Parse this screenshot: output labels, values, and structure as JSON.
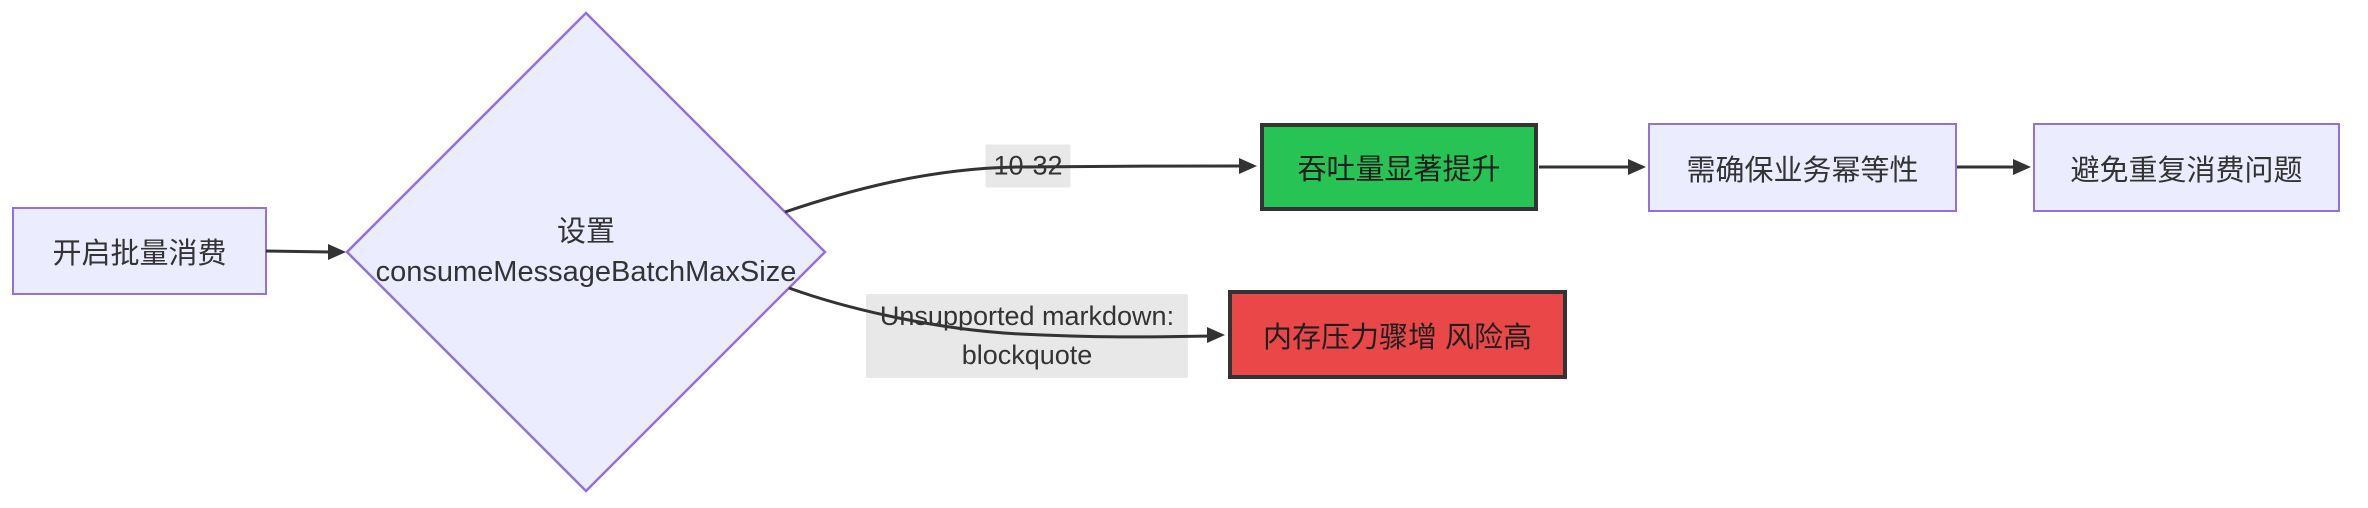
{
  "flowchart": {
    "nodes": {
      "start": {
        "label": "开启批量消费"
      },
      "decision": {
        "label_line1": "设置",
        "label_line2": "consumeMessageBatchMaxSize"
      },
      "throughput": {
        "label": "吞吐量显著提升"
      },
      "idempotency": {
        "label": "需确保业务幂等性"
      },
      "avoid_duplicate": {
        "label": "避免重复消费问题"
      },
      "memory_risk": {
        "label": "内存压力骤增 风险高"
      }
    },
    "edge_labels": {
      "batch_range": "10-32",
      "unsupported_line1": "Unsupported markdown:",
      "unsupported_line2": "blockquote"
    },
    "colors": {
      "node_fill": "#ECECFF",
      "node_border": "#9370DB",
      "success_fill": "#28C355",
      "danger_fill": "#EA4848",
      "dark_border": "#333333",
      "edge_stroke": "#333333",
      "edge_label_bg": "#E8E8E8",
      "text": "#333333"
    }
  }
}
